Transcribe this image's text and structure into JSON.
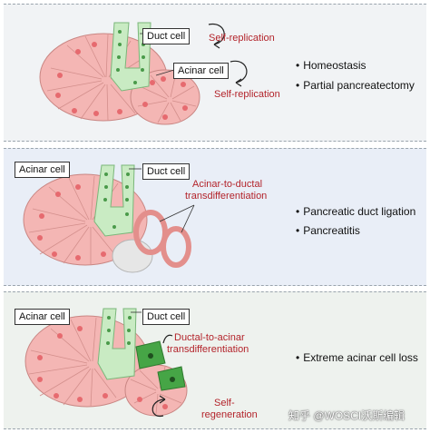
{
  "panel1": {
    "duct_label": "Duct cell",
    "duct_process": "Self-replication",
    "acinar_label": "Acinar cell",
    "acinar_process": "Self-replication",
    "conditions": [
      "Homeostasis",
      "Partial pancreatectomy"
    ]
  },
  "panel2": {
    "acinar_label": "Acinar cell",
    "duct_label": "Duct cell",
    "process_line1": "Acinar-to-ductal",
    "process_line2": "transdifferentiation",
    "conditions": [
      "Pancreatic duct ligation",
      "Pancreatitis"
    ]
  },
  "panel3": {
    "acinar_label": "Acinar cell",
    "duct_label": "Duct cell",
    "process_line1": "Ductal-to-acinar",
    "process_line2": "transdifferentiation",
    "regen_line1": "Self-",
    "regen_line2": "regeneration",
    "conditions": [
      "Extreme acinar cell loss"
    ]
  },
  "watermark": "知乎 @WOSCI沃斯编辑",
  "colors": {
    "acinar_fill": "#f4b6b4",
    "acinar_nucleus": "#e66a6f",
    "duct_fill": "#c9ebc3",
    "duct_nucleus": "#4a9a4a",
    "duct_new": "#46a546",
    "process_text": "#b3242b"
  }
}
